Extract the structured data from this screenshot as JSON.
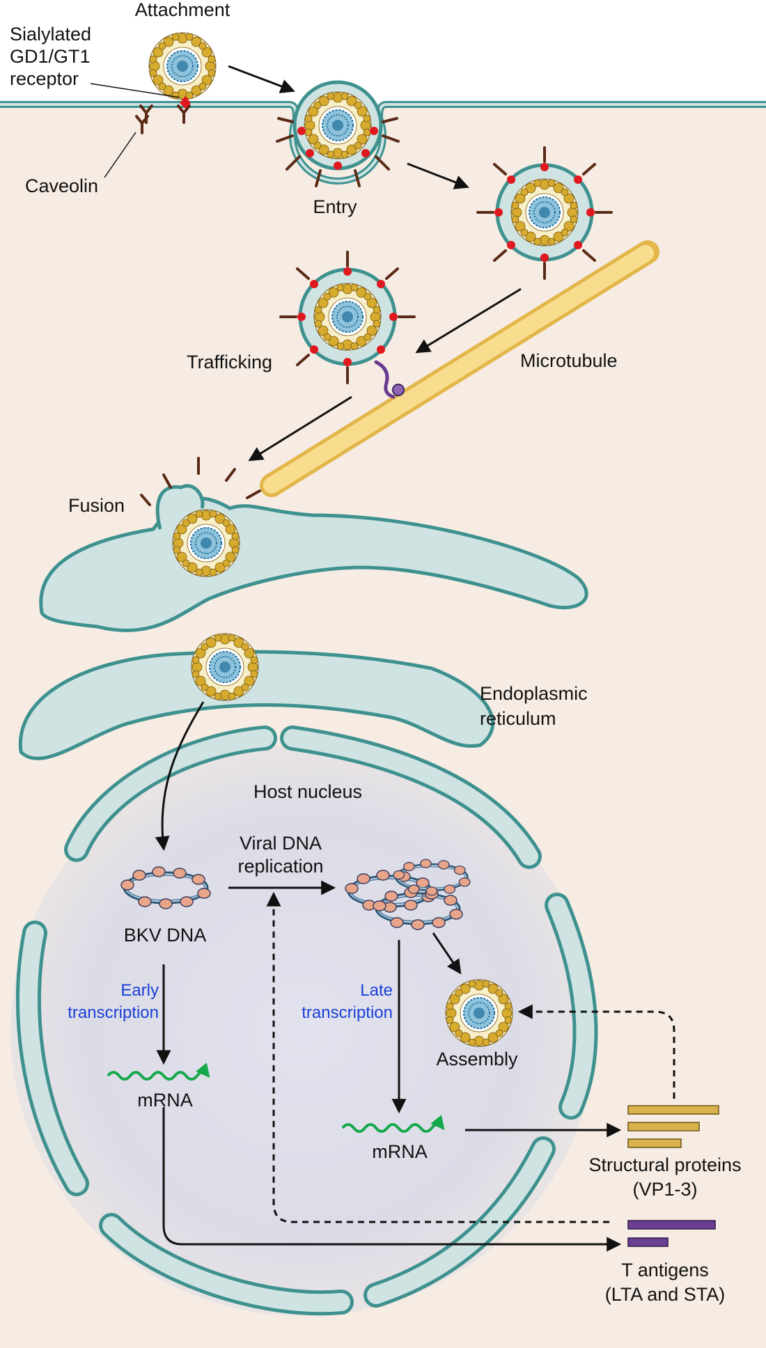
{
  "labels": {
    "attachment": "Attachment",
    "receptor_l1": "Sialylated",
    "receptor_l2": "GD1/GT1",
    "receptor_l3": "receptor",
    "caveolin": "Caveolin",
    "entry": "Entry",
    "trafficking": "Trafficking",
    "microtubule": "Microtubule",
    "fusion": "Fusion",
    "er_l1": "Endoplasmic",
    "er_l2": "reticulum",
    "host_nucleus": "Host nucleus",
    "replication_l1": "Viral DNA",
    "replication_l2": "replication",
    "bkv_dna": "BKV DNA",
    "early_l1": "Early",
    "early_l2": "transcription",
    "late_l1": "Late",
    "late_l2": "transcription",
    "mrna_early": "mRNA",
    "mrna_late": "mRNA",
    "assembly": "Assembly",
    "structural_l1": "Structural proteins",
    "structural_l2": "(VP1-3)",
    "tantigens_l1": "T antigens",
    "tantigens_l2": "(LTA and STA)"
  },
  "colors": {
    "cytoplasm": "#f6ece4",
    "membrane": "#3e918e",
    "organelle_fill": "#cfe3e3",
    "nucleus_fill": "#dedee8",
    "capsid_gold": "#d6ab2e",
    "capsid_core": "#1f6f9a",
    "receptor_red": "#e0181f",
    "caveolin_brown": "#5a2a16",
    "microtubule": "#f3d27b",
    "motor_purple": "#6a3b8f",
    "mrna_green": "#14a84a",
    "structural_bar": "#d9b24c",
    "t_antigen_bar": "#6a3f94",
    "blue_text": "#1a3fd6"
  }
}
